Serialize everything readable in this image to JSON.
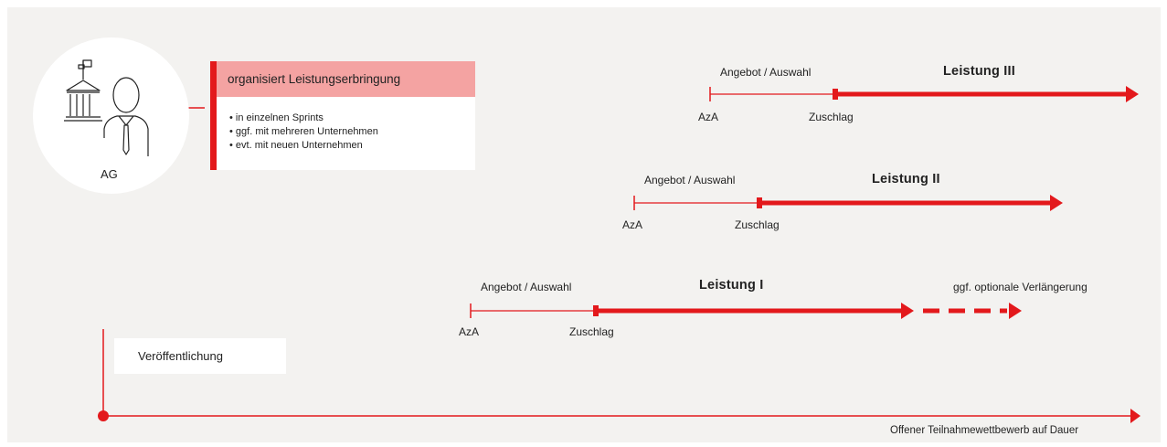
{
  "client": {
    "label": "AG",
    "icon": "client-authority-person-icon"
  },
  "organize": {
    "title": "organisiert Leistungserbringung",
    "bullets": [
      "in einzelnen Sprints",
      "ggf. mit mehreren Unternehmen",
      "evt. mit neuen Unternehmen"
    ]
  },
  "publication": {
    "label": "Veröffentlichung",
    "timeline_label": "Offener Teilnahmewettbewerb auf Dauer"
  },
  "lanes": [
    {
      "title": "Leistung III",
      "phase": "Angebot / Auswahl",
      "start": "AzA",
      "award": "Zuschlag"
    },
    {
      "title": "Leistung II",
      "phase": "Angebot / Auswahl",
      "start": "AzA",
      "award": "Zuschlag"
    },
    {
      "title": "Leistung I",
      "phase": "Angebot / Auswahl",
      "start": "AzA",
      "award": "Zuschlag",
      "extension": "ggf. optionale Verlängerung"
    }
  ],
  "colors": {
    "accent": "#e3191c",
    "accent_light": "#f4a3a2",
    "background": "#f3f2f0",
    "card": "#ffffff"
  }
}
